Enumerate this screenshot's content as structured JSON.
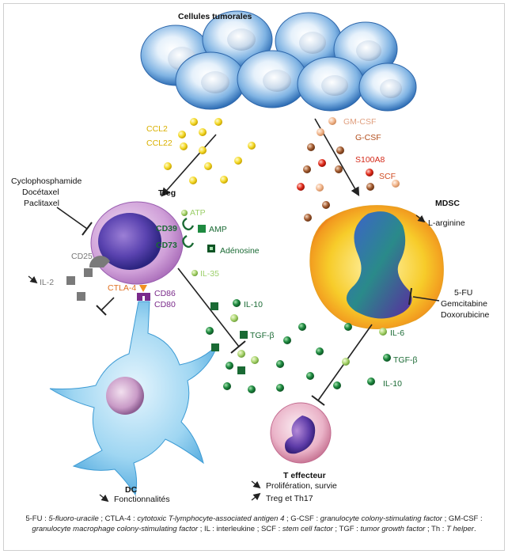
{
  "labels": {
    "tumor_title": "Cellules tumorales",
    "ccl2": "CCL2",
    "ccl22": "CCL22",
    "gmcsf": "GM-CSF",
    "gcsf": "G-CSF",
    "s100a8": "S100A8",
    "scf": "SCF",
    "treg": "Treg",
    "drug_left_1": "Cyclophosphamide",
    "drug_left_2": "Docétaxel",
    "drug_left_3": "Paclitaxel",
    "atp": "ATP",
    "cd39": "CD39",
    "amp": "AMP",
    "cd73": "CD73",
    "adenosine": "Adénosine",
    "cd25": "CD25",
    "il2": "IL-2",
    "il35": "IL-35",
    "ctla4": "CTLA-4",
    "cd86": "CD86",
    "cd80": "CD80",
    "il10_left": "IL-10",
    "tgfb_left": "TGF-β",
    "mdsc": "MDSC",
    "larginine": "L-arginine",
    "drug_right_1": "5-FU",
    "drug_right_2": "Gemcitabine",
    "drug_right_3": "Doxorubicine",
    "il6": "IL-6",
    "tgfb_right": "TGF-β",
    "il10_right": "IL-10",
    "dc": "DC",
    "fonctionnalites": "Fonctionnalités",
    "teffecteur": "T effecteur",
    "proliferation": "Prolifération, survie",
    "treg_th17": "Treg et Th17"
  },
  "caption": {
    "p1": "5-FU : ",
    "p2": "5-fluoro-uracile",
    "p3": " ; CTLA-4 : ",
    "p4": "cytotoxic T-lymphocyte-associated antigen 4",
    "p5": " ; G-CSF : ",
    "p6": "granulocyte colony-stimulating factor",
    "p7": " ; GM-CSF : ",
    "p8": "granulocyte macrophage colony-stimulating factor",
    "p9": " ; IL : interleukine ; SCF : ",
    "p10": "stem cell factor",
    "p11": " ; TGF : ",
    "p12": "tumor growth factor",
    "p13": " ; Th : ",
    "p14": "T helper",
    "p15": "."
  },
  "colors": {
    "tumor": "#5f9fd8",
    "treg": "#c39bd3",
    "mdsc": "#f6c21a",
    "green_dark": "#1e7a3a",
    "green_light": "#9ccf6a",
    "chemokine_yellow": "#f0d020",
    "ctla4": "#e07020",
    "cd80": "#7a2a8a",
    "dc": "#7fc4ea",
    "teff": "#e8a8c0"
  }
}
